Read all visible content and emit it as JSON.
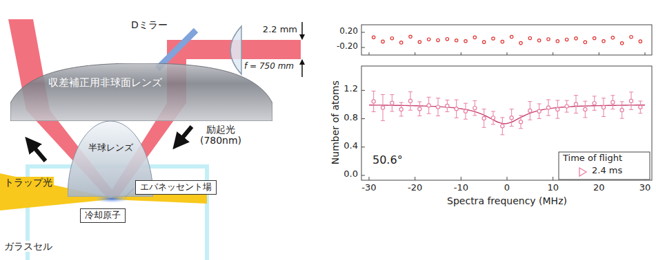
{
  "diagram": {
    "nodes": [
      {
        "text": [
          "収差補正用非球面レンズ"
        ]
      },
      {
        "text": [
          "半球レンズ"
        ]
      },
      {
        "text": [
          "エバネッセント場"
        ]
      },
      {
        "text": [
          "冷却原子"
        ]
      }
    ],
    "labels": [
      "Dミラー",
      "2.2 mm",
      "f = 750 mm",
      "励起光 (780nm)",
      "トラップ光",
      "ガラスセル",
      "0.20",
      "-0.20",
      "1.2",
      "0.8",
      "0.4",
      "0.0",
      "-30",
      "-20",
      "-10",
      "0",
      "10",
      "20",
      "30",
      "Number of atoms",
      "Spectra frequency (MHz)",
      "50.6°",
      "Time of flight"
    ],
    "legend": [
      {
        "text": "2.4 ms"
      }
    ]
  }
}
